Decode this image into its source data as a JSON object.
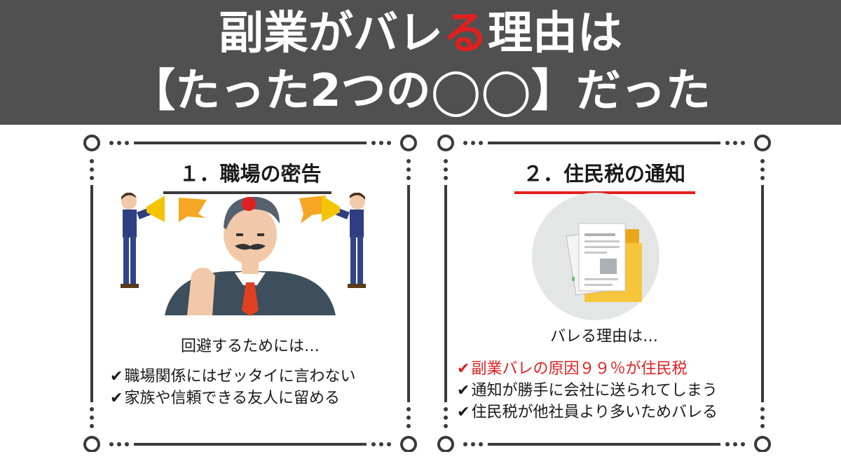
{
  "header": {
    "title_line1_before": "副業がバレ",
    "title_line1_accent": "る",
    "title_line1_after": "理由は",
    "title_line2": "【たった2つの◯◯】だった",
    "background_color": "#505050",
    "accent_color": "#e02020"
  },
  "panels": [
    {
      "heading": "１．職場の密告",
      "illustration": "angry-boss-with-megaphone-coworkers",
      "subtext": "回避するためには…",
      "items": [
        {
          "check": "✔",
          "text": "職場関係にはゼッタイに言わない"
        },
        {
          "check": "✔",
          "text": "家族や信頼できる友人に留める"
        }
      ]
    },
    {
      "heading": "２．住民税の通知",
      "illustration": "documents-and-folder",
      "subtext": "バレる理由は…",
      "items": [
        {
          "check": "✔",
          "text": "副業バレの原因９９％が住民税",
          "highlight": true
        },
        {
          "check": "✔",
          "text": "通知が勝手に会社に送られてしまう"
        },
        {
          "check": "✔",
          "text": "住民税が他社員より多いためバレる"
        }
      ]
    }
  ]
}
